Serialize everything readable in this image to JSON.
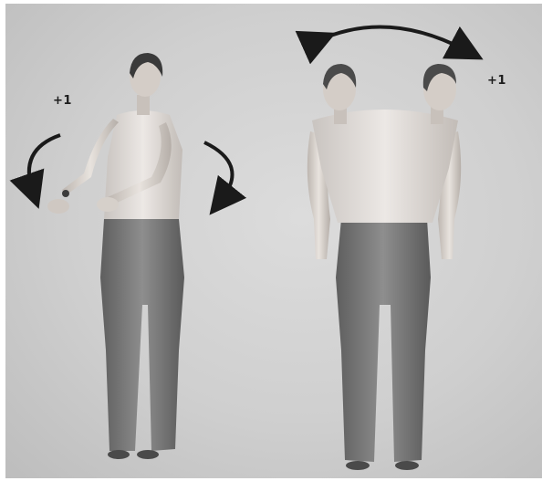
{
  "figure": {
    "panels": [
      {
        "name": "shoulder-rotation",
        "score": "+1",
        "arrows": [
          "curved-arrow-left-down",
          "curved-arrow-right-down"
        ]
      },
      {
        "name": "head-rotation",
        "score": "+1",
        "arrows": [
          "double-headed-arc-arrow"
        ]
      }
    ],
    "colors": {
      "background": "#d4d4d4",
      "skin": "#d8d2cc",
      "pants": "#7a7a7a",
      "hair": "#3a3a3a",
      "arrow": "#1a1a1a"
    }
  }
}
